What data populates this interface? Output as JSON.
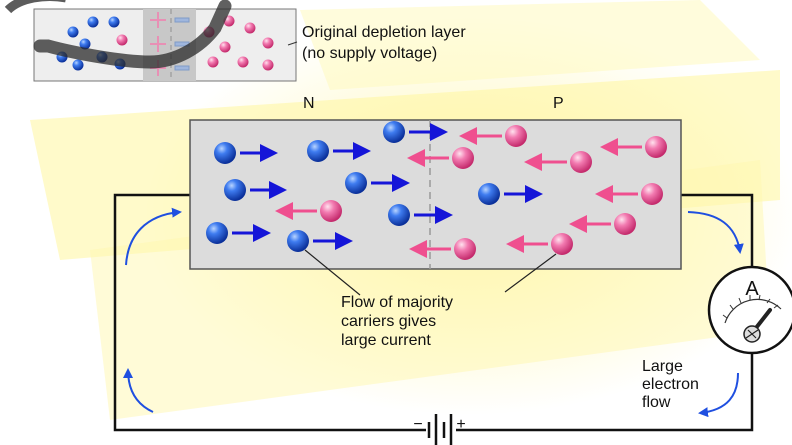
{
  "inset": {
    "caption_line1": "Original depletion layer",
    "caption_line2": "(no supply voltage)"
  },
  "regions": {
    "n_label": "N",
    "p_label": "P"
  },
  "annotations": {
    "majority_line1": "Flow of majority",
    "majority_line2": "carriers gives",
    "majority_line3": "large current",
    "flow_line1": "Large",
    "flow_line2": "electron",
    "flow_line3": "flow"
  },
  "ammeter": {
    "symbol": "A"
  },
  "battery": {
    "minus": "−",
    "plus": "+"
  },
  "colors": {
    "electron": "#1f5fe0",
    "hole": "#f2559a",
    "arrow_blue": "#1515d8",
    "arrow_pink": "#ef4f8f",
    "junction_box": "#dcdcdc",
    "highlight": "#fff3a0",
    "wire": "#111111"
  }
}
